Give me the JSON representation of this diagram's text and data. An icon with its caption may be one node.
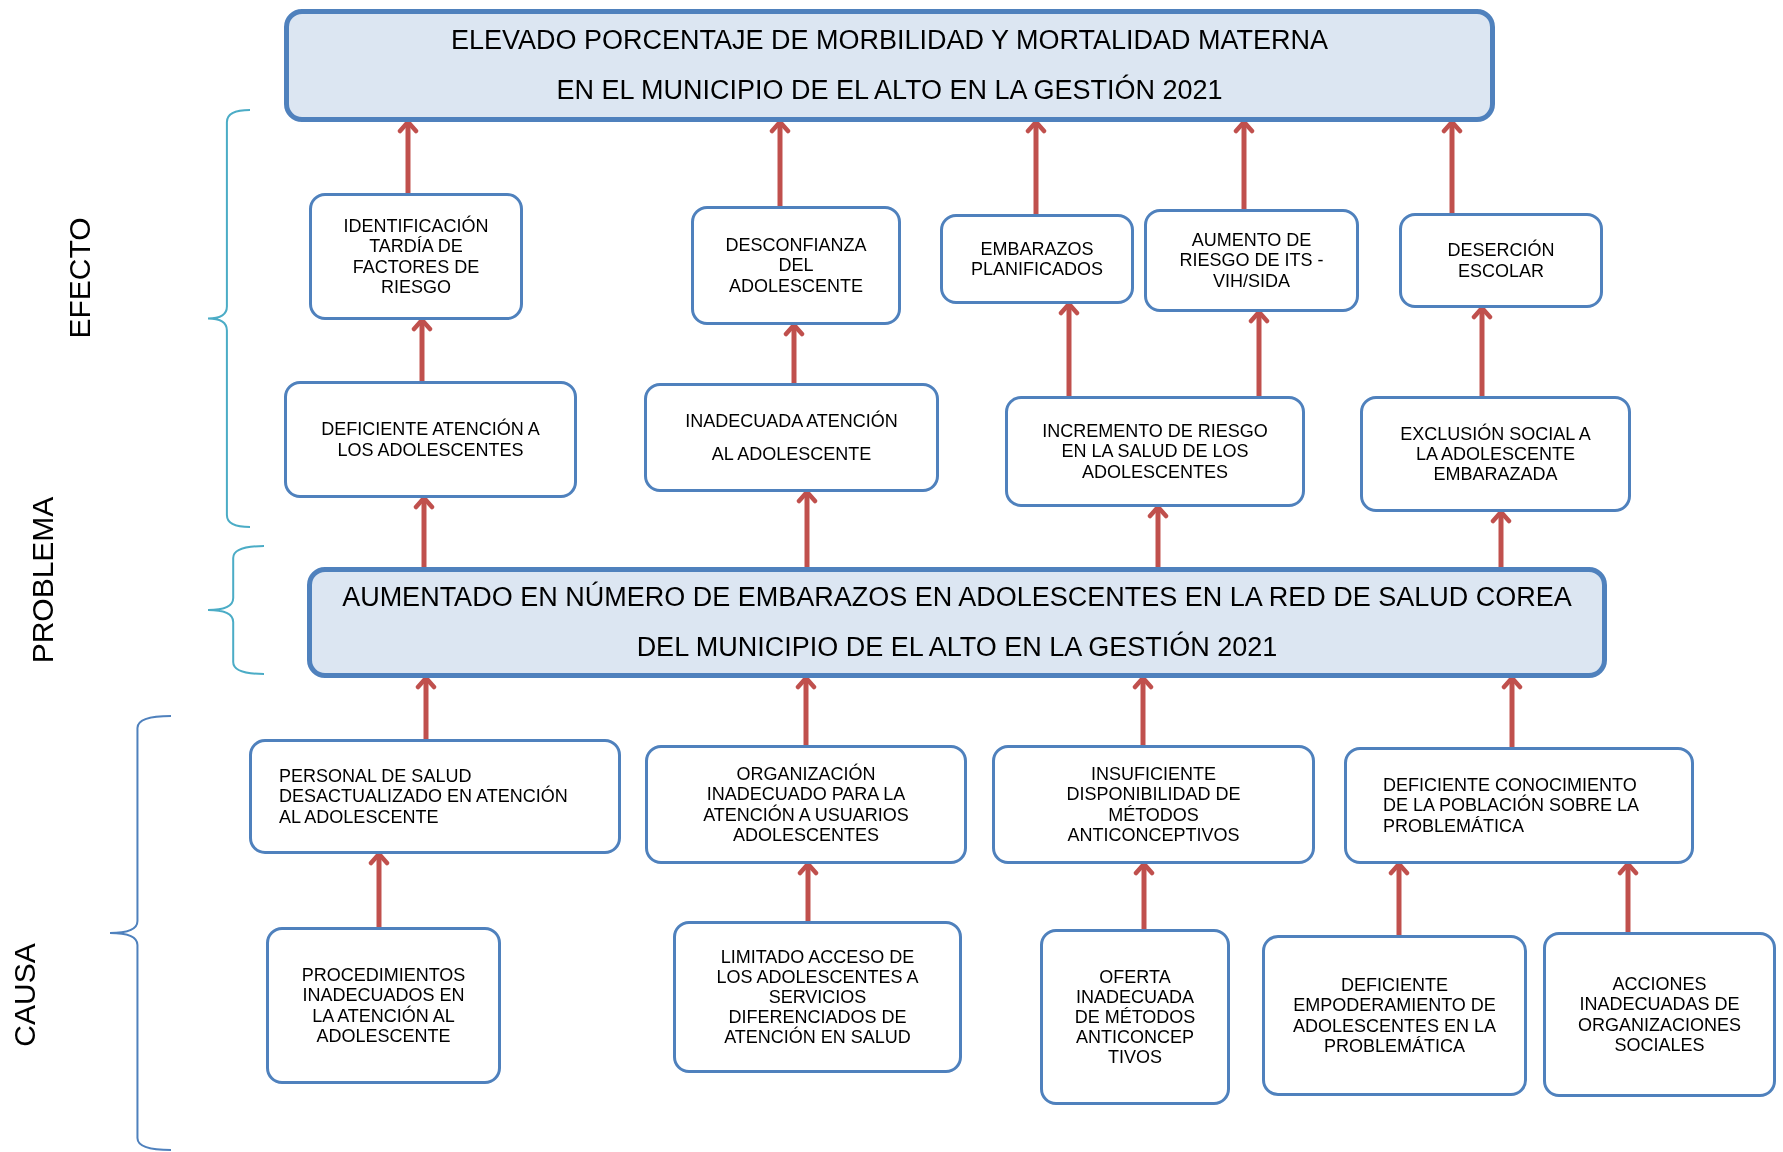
{
  "diagram": {
    "nodes": [
      {
        "text": [
          "ELEVADO PORCENTAJE DE MORBILIDAD Y MORTALIDAD MATERNA EN EL MUNICIPIO DE EL ALTO EN LA GESTIÓN 2021"
        ]
      },
      {
        "text": [
          "IDENTIFICACIÓN TARDÍA DE FACTORES DE RIESGO"
        ]
      },
      {
        "text": [
          "DESCONFIANZA DEL ADOLESCENTE"
        ]
      },
      {
        "text": [
          "EMBARAZOS PLANIFICADOS"
        ]
      },
      {
        "text": [
          "AUMENTO DE RIESGO DE ITS - VIH/SIDA"
        ]
      },
      {
        "text": [
          "DESERCIÓN ESCOLAR"
        ]
      },
      {
        "text": [
          "DEFICIENTE ATENCIÓN A LOS ADOLESCENTES"
        ]
      },
      {
        "text": [
          "INADECUADA ATENCIÓN AL ADOLESCENTE"
        ]
      },
      {
        "text": [
          "INCREMENTO DE RIESGO EN LA SALUD DE LOS ADOLESCENTES"
        ]
      },
      {
        "text": [
          "EXCLUSIÓN SOCIAL A LA ADOLESCENTE EMBARAZADA"
        ]
      },
      {
        "text": [
          "AUMENTADO EN NÚMERO DE EMBARAZOS EN ADOLESCENTES EN LA RED DE SALUD COREA DEL MUNICIPIO DE EL ALTO EN LA GESTIÓN 2021"
        ]
      },
      {
        "text": [
          "PERSONAL DE SALUD DESACTUALIZADO EN ATENCIÓN AL ADOLESCENTE"
        ]
      },
      {
        "text": [
          "ORGANIZACIÓN INADECUADO PARA LA ATENCIÓN A USUARIOS ADOLESCENTES"
        ]
      },
      {
        "text": [
          "INSUFICIENTE DISPONIBILIDAD DE MÉTODOS ANTICONCEPTIVOS"
        ]
      },
      {
        "text": [
          "DEFICIENTE CONOCIMIENTO DE LA POBLACIÓN SOBRE LA PROBLEMÁTICA"
        ]
      },
      {
        "text": [
          "PROCEDIMIENTOS INADECUADOS EN LA ATENCIÓN AL ADOLESCENTE"
        ]
      },
      {
        "text": [
          "LIMITADO ACCESO DE LOS ADOLESCENTES A SERVICIOS DIFERENCIADOS DE ATENCIÓN EN SALUD"
        ]
      },
      {
        "text": [
          "OFERTA INADECUADA DE MÉTODOS ANTICONCEP TIVOS"
        ]
      },
      {
        "text": [
          "DEFICIENTE EMPODERAMIENTO DE ADOLESCENTES EN LA PROBLEMÁTICA"
        ]
      },
      {
        "text": [
          "ACCIONES INADECUADAS DE ORGANIZACIONES SOCIALES"
        ]
      }
    ],
    "edges": [
      {
        "from": 1,
        "to": 0,
        "arrow": "to"
      },
      {
        "from": 2,
        "to": 0,
        "arrow": "to"
      },
      {
        "from": 3,
        "to": 0,
        "arrow": "to"
      },
      {
        "from": 4,
        "to": 0,
        "arrow": "to"
      },
      {
        "from": 5,
        "to": 0,
        "arrow": "to"
      },
      {
        "from": 6,
        "to": 1,
        "arrow": "to"
      },
      {
        "from": 7,
        "to": 2,
        "arrow": "to"
      },
      {
        "from": 8,
        "to": 3,
        "arrow": "to"
      },
      {
        "from": 8,
        "to": 4,
        "arrow": "to"
      },
      {
        "from": 9,
        "to": 5,
        "arrow": "to"
      },
      {
        "from": 10,
        "to": 6,
        "arrow": "to"
      },
      {
        "from": 10,
        "to": 7,
        "arrow": "to"
      },
      {
        "from": 10,
        "to": 8,
        "arrow": "to"
      },
      {
        "from": 10,
        "to": 9,
        "arrow": "to"
      },
      {
        "from": 11,
        "to": 10,
        "arrow": "to"
      },
      {
        "from": 12,
        "to": 10,
        "arrow": "to"
      },
      {
        "from": 13,
        "to": 10,
        "arrow": "to"
      },
      {
        "from": 14,
        "to": 10,
        "arrow": "to"
      },
      {
        "from": 15,
        "to": 11,
        "arrow": "to"
      },
      {
        "from": 16,
        "to": 12,
        "arrow": "to"
      },
      {
        "from": 17,
        "to": 13,
        "arrow": "to"
      },
      {
        "from": 18,
        "to": 14,
        "arrow": "to"
      },
      {
        "from": 19,
        "to": 14,
        "arrow": "to"
      }
    ],
    "labels": [
      "EFECTO",
      "PROBLEMA",
      "CAUSA"
    ]
  }
}
